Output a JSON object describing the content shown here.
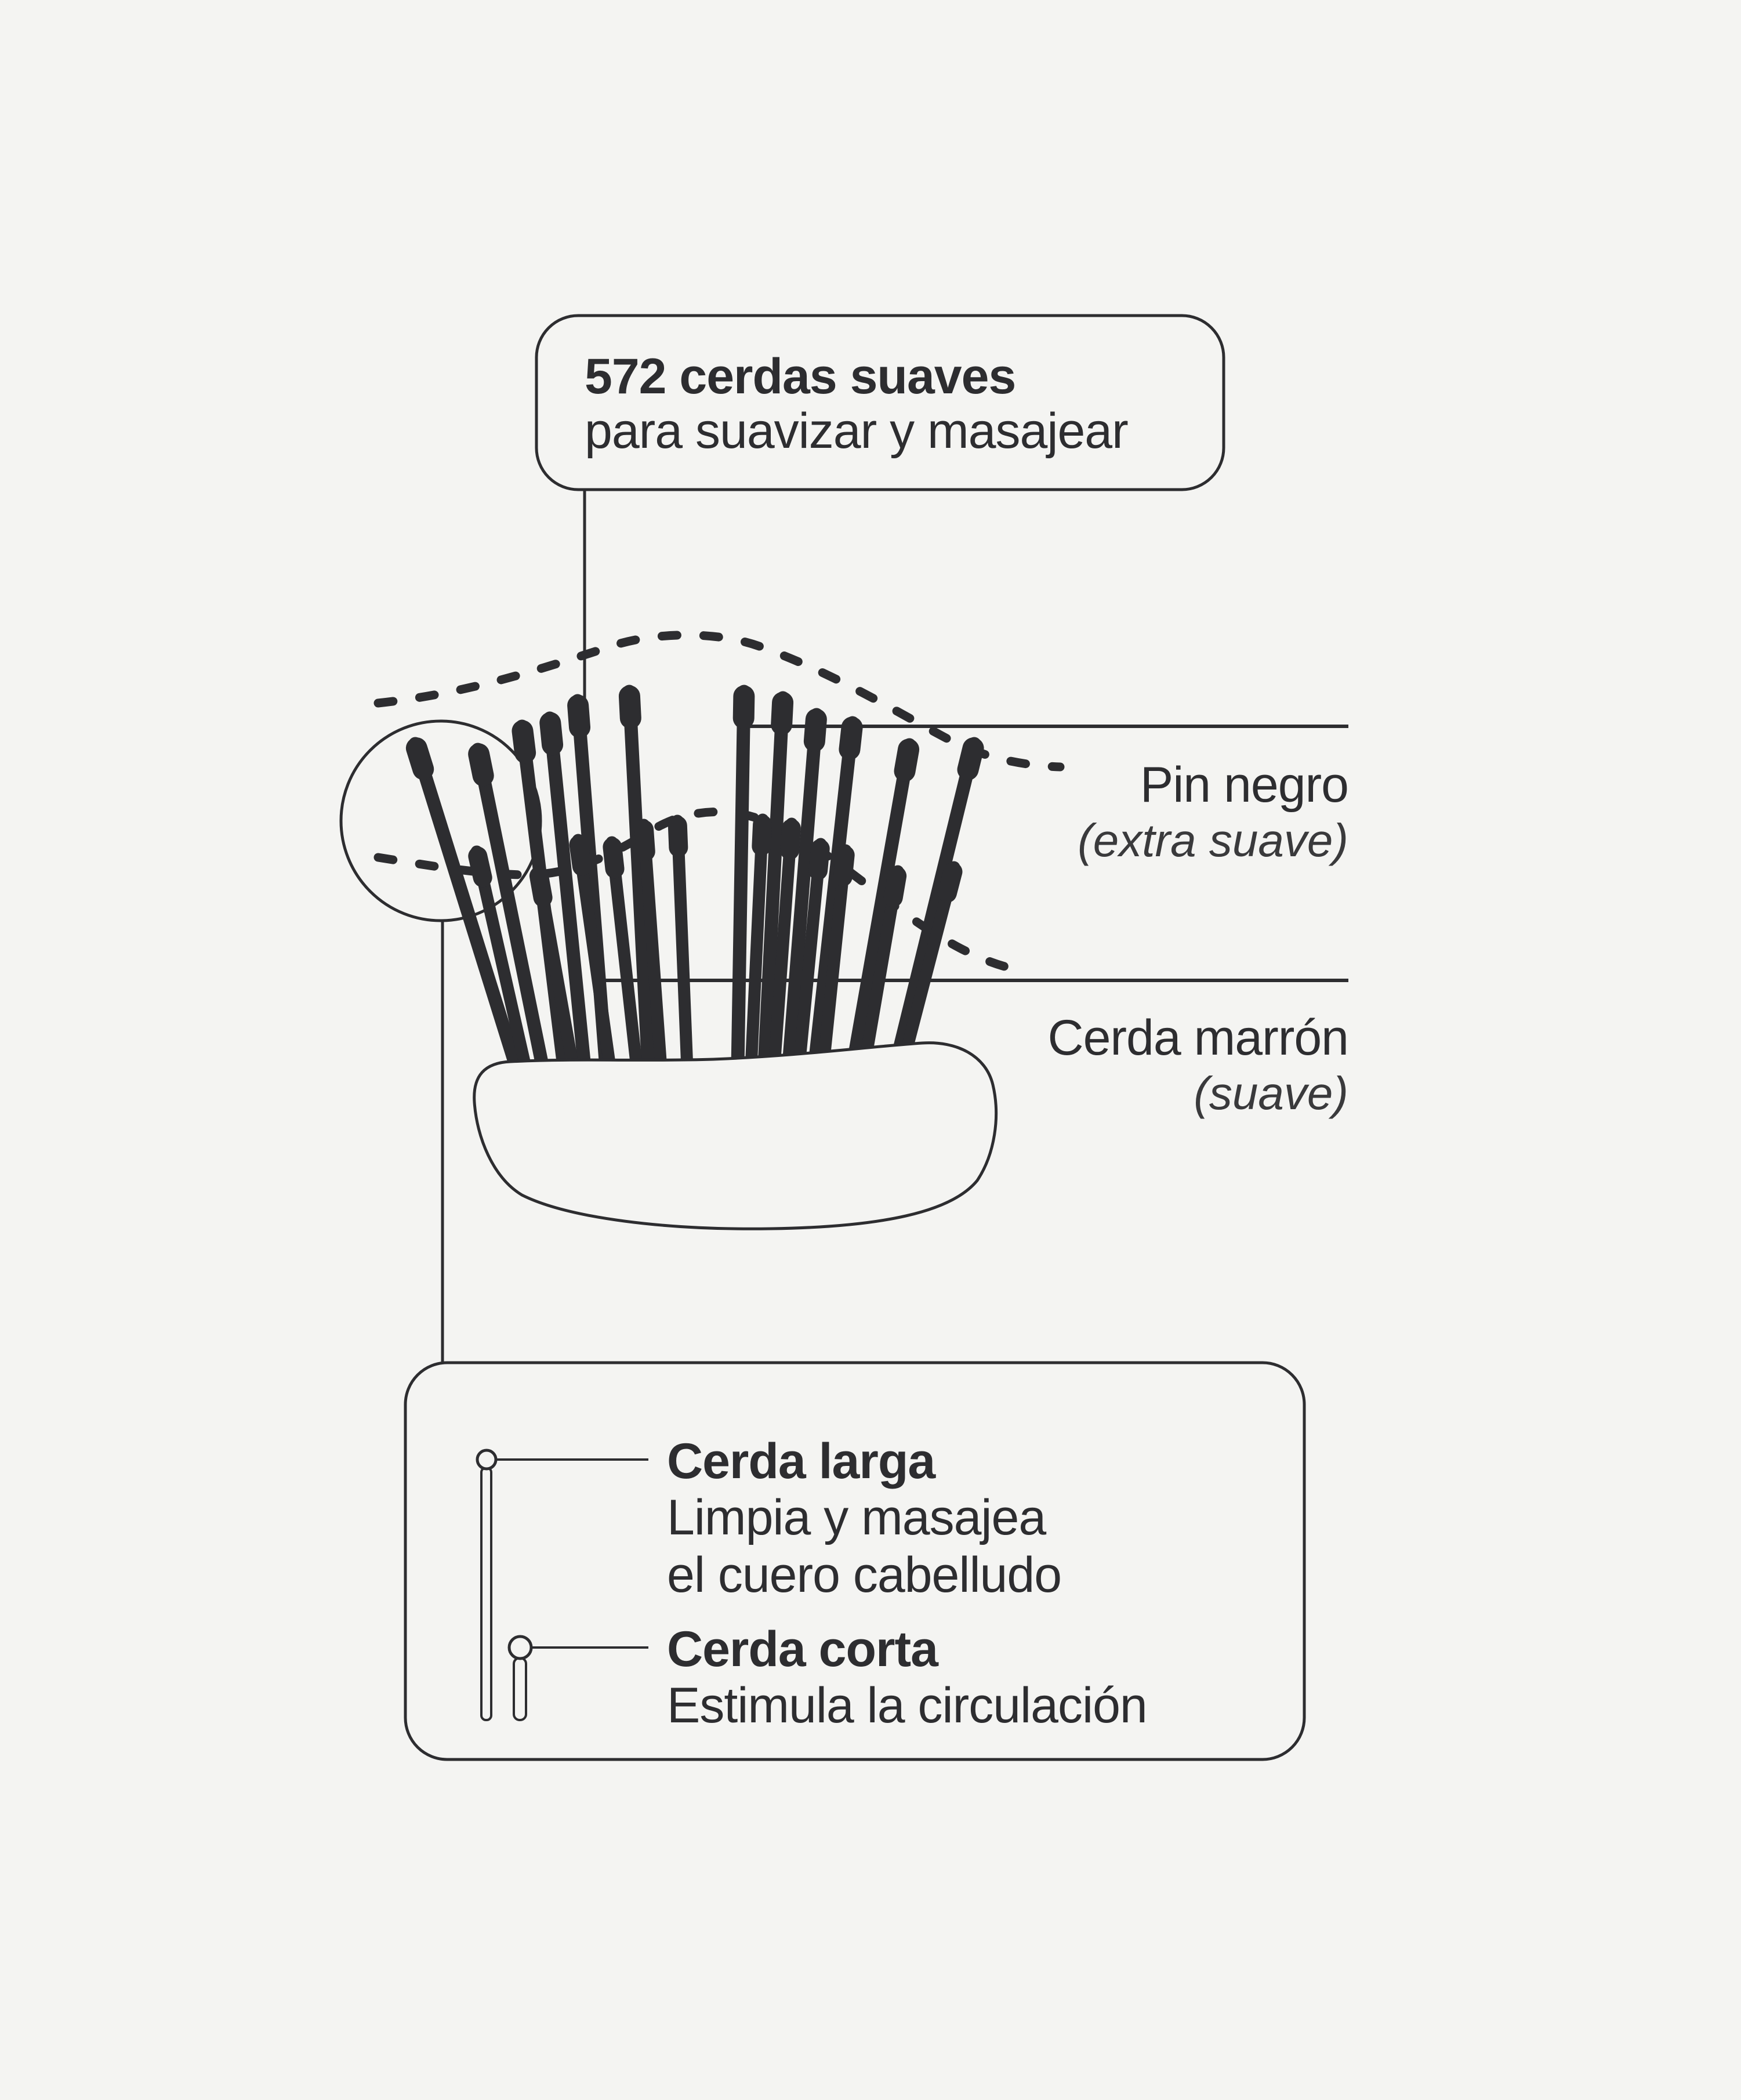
{
  "colors": {
    "background": "#f4f4f2",
    "ink": "#2d2d30"
  },
  "top_callout": {
    "title": "572 cerdas suaves",
    "subtitle": "para suavizar y masajear"
  },
  "right_labels": {
    "pin": {
      "title": "Pin negro",
      "subtitle": "(extra suave)"
    },
    "bristle": {
      "title": "Cerda marrón",
      "subtitle": "(suave)"
    }
  },
  "bottom_callout": {
    "long_bristle": {
      "title": "Cerda larga",
      "desc1": "Limpia y masajea",
      "desc2": "el cuero cabelludo"
    },
    "short_bristle": {
      "title": "Cerda corta",
      "desc1": "Estimula la circulación"
    }
  }
}
